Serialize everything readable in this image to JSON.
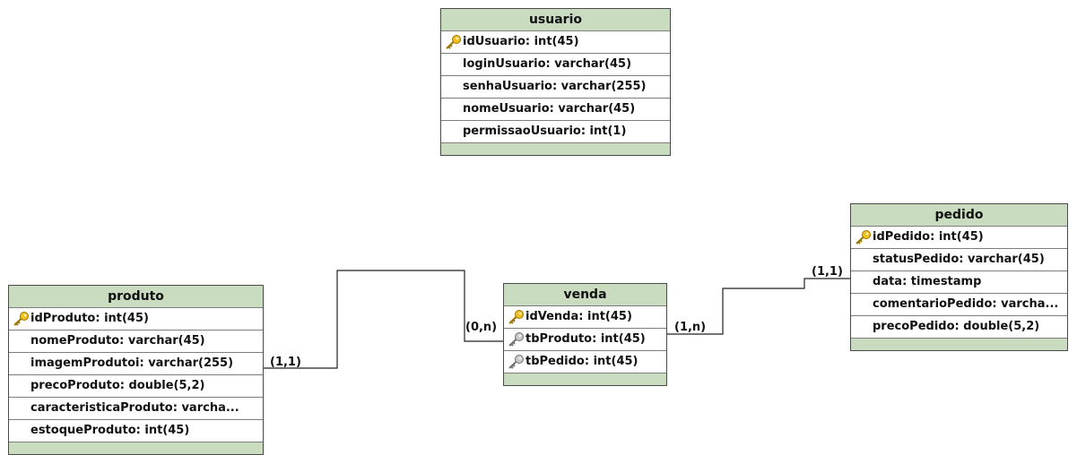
{
  "entities": {
    "usuario": {
      "name": "usuario",
      "fields": [
        {
          "label": "idUsuario: int(45)",
          "key": "primary"
        },
        {
          "label": "loginUsuario: varchar(45)",
          "key": "none"
        },
        {
          "label": "senhaUsuario: varchar(255)",
          "key": "none"
        },
        {
          "label": "nomeUsuario: varchar(45)",
          "key": "none"
        },
        {
          "label": "permissaoUsuario: int(1)",
          "key": "none"
        }
      ]
    },
    "produto": {
      "name": "produto",
      "fields": [
        {
          "label": "idProduto: int(45)",
          "key": "primary"
        },
        {
          "label": "nomeProduto: varchar(45)",
          "key": "none"
        },
        {
          "label": "imagemProdutoi: varchar(255)",
          "key": "none"
        },
        {
          "label": "precoProduto: double(5,2)",
          "key": "none"
        },
        {
          "label": "caracteristicaProduto: varcha...",
          "key": "none"
        },
        {
          "label": "estoqueProduto: int(45)",
          "key": "none"
        }
      ]
    },
    "venda": {
      "name": "venda",
      "fields": [
        {
          "label": "idVenda: int(45)",
          "key": "primary"
        },
        {
          "label": "tbProduto: int(45)",
          "key": "foreign"
        },
        {
          "label": "tbPedido: int(45)",
          "key": "foreign"
        }
      ]
    },
    "pedido": {
      "name": "pedido",
      "fields": [
        {
          "label": "idPedido: int(45)",
          "key": "primary"
        },
        {
          "label": "statusPedido: varchar(45)",
          "key": "none"
        },
        {
          "label": "data: timestamp",
          "key": "none"
        },
        {
          "label": "comentarioPedido: varcha...",
          "key": "none"
        },
        {
          "label": "precoPedido: double(5,2)",
          "key": "none"
        }
      ]
    }
  },
  "cardinalities": {
    "produto_side": "(1,1)",
    "venda_left": "(0,n)",
    "venda_right": "(1,n)",
    "pedido_side": "(1,1)"
  },
  "colors": {
    "header_fill": "#c9dcc0",
    "border": "#4a4a4a",
    "primary_key_icon": "#f0c020",
    "foreign_key_icon": "#a8a8a8"
  }
}
